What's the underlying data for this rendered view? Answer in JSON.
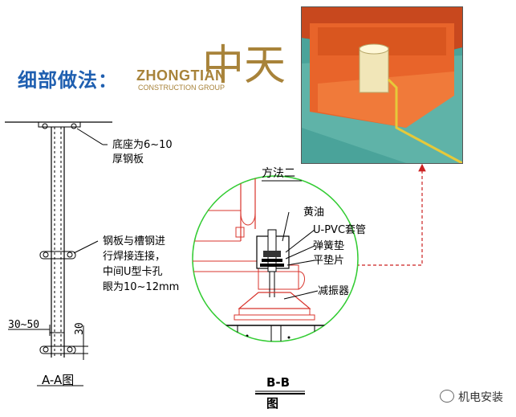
{
  "title": "细部做法：",
  "logo": {
    "name": "ZHONGTIAN",
    "subtitle": "CONSTRUCTION GROUP",
    "mark": "中天"
  },
  "section_aa": {
    "base_note": [
      "底座为6~10",
      "厚钢板"
    ],
    "weld_note": [
      "钢板与槽钢进",
      "行焊接连接，",
      "中间U型卡孔",
      "眼为10~12mm"
    ],
    "dim_width": "30~50",
    "dim_height": "30",
    "caption": "A-A图"
  },
  "section_bb": {
    "method": "方法二",
    "labels": {
      "grease": "黄油",
      "sleeve": "U-PVC套管",
      "spring_washer": "弹簧垫",
      "flat_washer": "平垫片",
      "damper": "减振器"
    },
    "caption_line1": "B-B",
    "caption_line2": "图"
  },
  "watermark": "机电安装",
  "colors": {
    "title_blue": "#1f5fb0",
    "logo_gold": "#a8833a",
    "circle_green": "#33cc33",
    "drawing_red": "#d8342c",
    "arrow_red": "#cc2222",
    "photo_orange": "#e8642a",
    "photo_teal": "#4aa39a"
  }
}
